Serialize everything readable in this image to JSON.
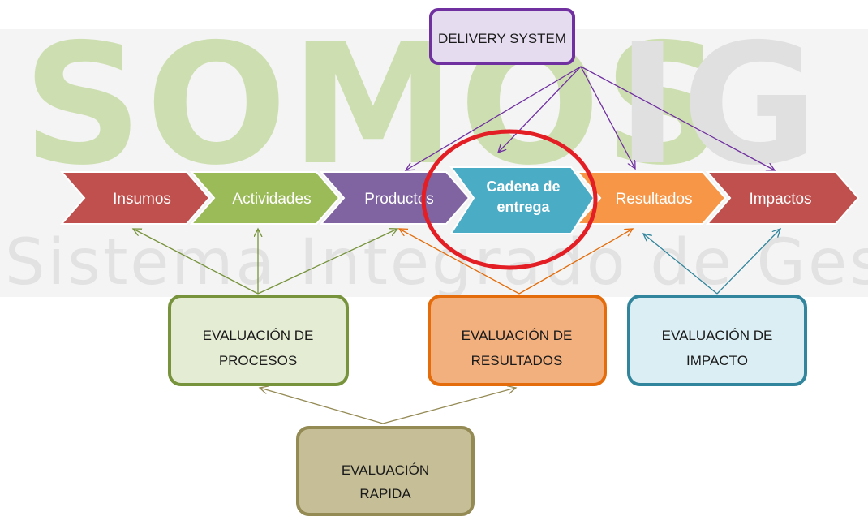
{
  "watermark": {
    "title": "SOMOS",
    "title_tail": "IG",
    "subtitle": "Sistema Integrado de Gestión"
  },
  "delivery_system": {
    "label": "DELIVERY SYSTEM",
    "color": "#7a4ea5"
  },
  "chain": [
    {
      "label": "Insumos",
      "color": "#c0504d"
    },
    {
      "label": "Actividades",
      "color": "#9bbb59"
    },
    {
      "label": "Productos",
      "color": "#8064a2"
    },
    {
      "label_line1": "Cadena de",
      "label_line2": "entrega",
      "color": "#4bacc6"
    },
    {
      "label": "Resultados",
      "color": "#f79646"
    },
    {
      "label": "Impactos",
      "color": "#c0504d"
    }
  ],
  "evaluations": {
    "procesos": {
      "line1": "EVALUACIÓN DE",
      "line2": "PROCESOS",
      "fill": "#e4ecd4",
      "border": "#77933c"
    },
    "resultados": {
      "line1": "EVALUACIÓN DE",
      "line2": "RESULTADOS",
      "fill": "#f2b07f",
      "border": "#e46c0a"
    },
    "impacto": {
      "line1": "EVALUACIÓN DE",
      "line2": "IMPACTO",
      "fill": "#dbeef4",
      "border": "#31859c"
    },
    "rapida": {
      "line1": "EVALUACIÓN",
      "line2": "RAPIDA",
      "fill": "#c5be97",
      "border": "#948a54"
    }
  },
  "highlight": {
    "color": "#e31e24"
  }
}
